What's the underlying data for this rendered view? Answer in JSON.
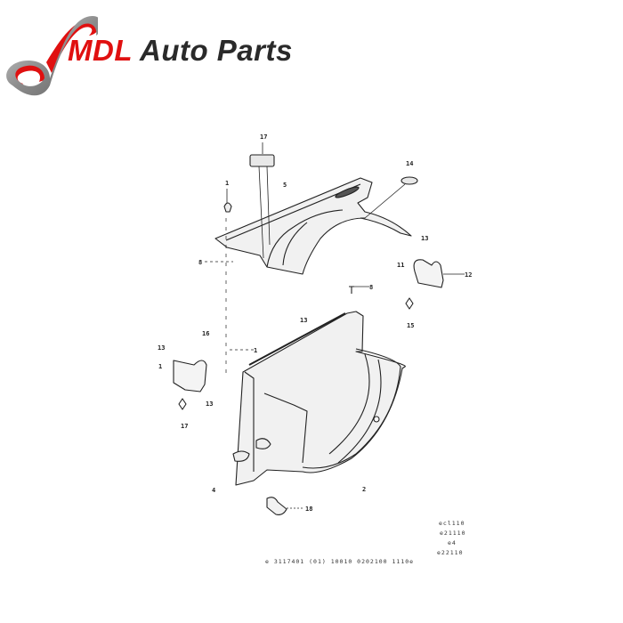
{
  "brand": {
    "mark": "MDL",
    "name": "Auto Parts",
    "colors": {
      "red": "#e01010",
      "dark": "#2a2a2a",
      "swoosh": "#9a9a9a"
    }
  },
  "diagram": {
    "title": "Radiator cowl / fan shroud exploded parts diagram",
    "callouts": [
      "17",
      "14",
      "1",
      "5",
      "8",
      "13",
      "11",
      "12",
      "15",
      "8",
      "13",
      "16",
      "13",
      "17",
      "13",
      "1",
      "4",
      "18",
      "2",
      "1"
    ],
    "footer_codes": [
      "ecl110",
      "e21110",
      "e4",
      "e22110"
    ],
    "footer_caption": "e 3117401 (01) 10010 0202100 1110e"
  }
}
